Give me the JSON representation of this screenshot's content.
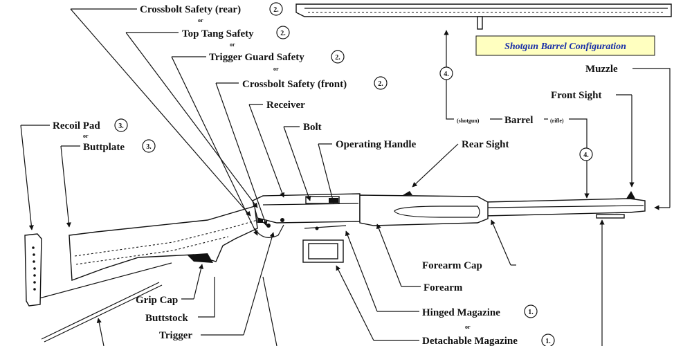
{
  "diagram": {
    "title_box": "Shotgun Barrel Configuration",
    "labels": {
      "crossbolt_rear": "Crossbolt Safety (rear)",
      "top_tang": "Top Tang Safety",
      "trigger_guard_safety": "Trigger Guard Safety",
      "crossbolt_front": "Crossbolt Safety (front)",
      "receiver": "Receiver",
      "bolt": "Bolt",
      "operating_handle": "Operating Handle",
      "rear_sight": "Rear Sight",
      "recoil_pad": "Recoil Pad",
      "buttplate": "Buttplate",
      "muzzle": "Muzzle",
      "front_sight": "Front Sight",
      "barrel": "Barrel",
      "barrel_shotgun": "(shotgun)",
      "barrel_rifle": "(rifle)",
      "forearm_cap": "Forearm Cap",
      "forearm": "Forearm",
      "hinged_magazine": "Hinged Magazine",
      "detachable_magazine": "Detachable Magazine",
      "grip_cap": "Grip Cap",
      "buttstock": "Buttstock",
      "trigger": "Trigger"
    },
    "connector": "or",
    "badges": {
      "b2": "2.",
      "b3": "3.",
      "b4": "4.",
      "b1": "1."
    }
  }
}
